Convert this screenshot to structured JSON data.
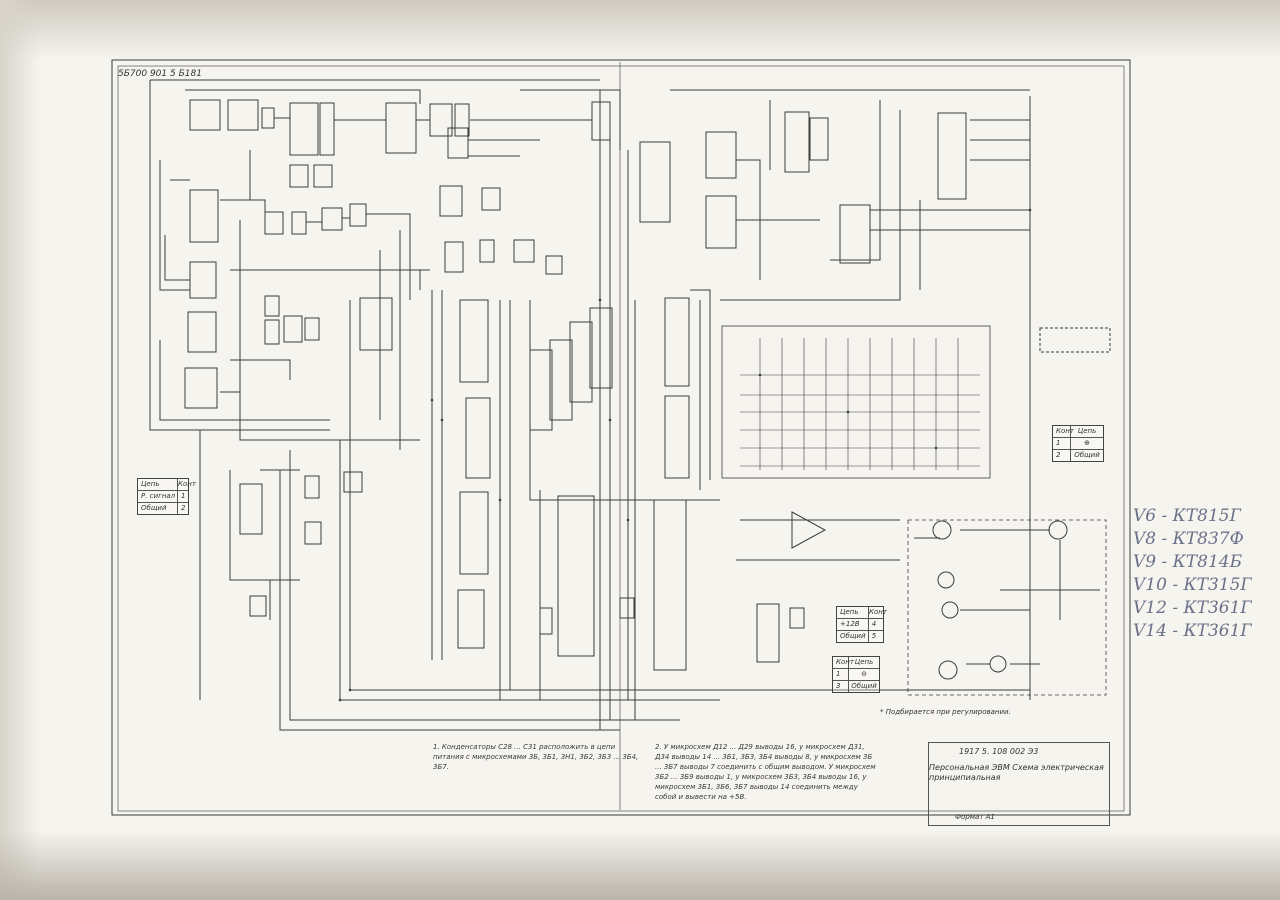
{
  "sheet_code": "5Б700 901 5 Б181",
  "connector_x1": {
    "header": [
      "Цепь",
      "Конт"
    ],
    "rows": [
      [
        "Р. сигнал",
        "1"
      ],
      [
        "Общий",
        "2"
      ]
    ]
  },
  "connector_x2": {
    "header": [
      "Цепь",
      "Конт"
    ],
    "rows": [
      [
        "+12B",
        "4"
      ],
      [
        "Общий",
        "5"
      ]
    ]
  },
  "connector_x3": {
    "header": [
      "Конт",
      "Цепь"
    ],
    "rows": [
      [
        "1",
        "⊖"
      ],
      [
        "3",
        "Общий"
      ]
    ]
  },
  "connector_x4": {
    "header": [
      "Конт",
      "Цепь"
    ],
    "rows": [
      [
        "1",
        "⊕"
      ],
      [
        "2",
        "Общий"
      ]
    ]
  },
  "notes": {
    "n1": "1. Конденсаторы С28 ... С31 расположить в цепи питания с микросхемами 3Б, 3Б1, 3Н1, 3Б2, 3Б3 ... 3Б4, 3Б7.",
    "n2": "2. У микросхем Д12 ... Д29 выводы 16, у микросхем Д31, Д34 выводы 14 ... 3Б1, 3Б3, 3Б4 выводы 8, у микросхем 3Б ... 3Б7 выводы 7 соединить с общим выводом. У микросхем 3Б2 ... 3Б9 выводы 1, у микросхем 3Б3, 3Б4 выводы 16, у микросхем 3Б1, 3Б6, 3Б7 выводы 14 соединить между собой и вывести на +5В."
  },
  "footnote": "* Подбирается при регулировании.",
  "title_block": {
    "doc_number": "1917 5. 108 002 Э3",
    "title": "Персональная ЭВМ Схема электрическая принципиальная",
    "sheet": "Формат А1"
  },
  "handwritten": [
    "V6 - КТ815Г",
    "V8 - КТ837Ф",
    "V9 - КТ814Б",
    "V10 - КТ315Г",
    "V12 - КТ361Г",
    "V14 - КТ361Г"
  ],
  "colors": {
    "ink": "#3b3b3b",
    "paper": "#f6f4ef",
    "pencil": "#6a7188"
  }
}
